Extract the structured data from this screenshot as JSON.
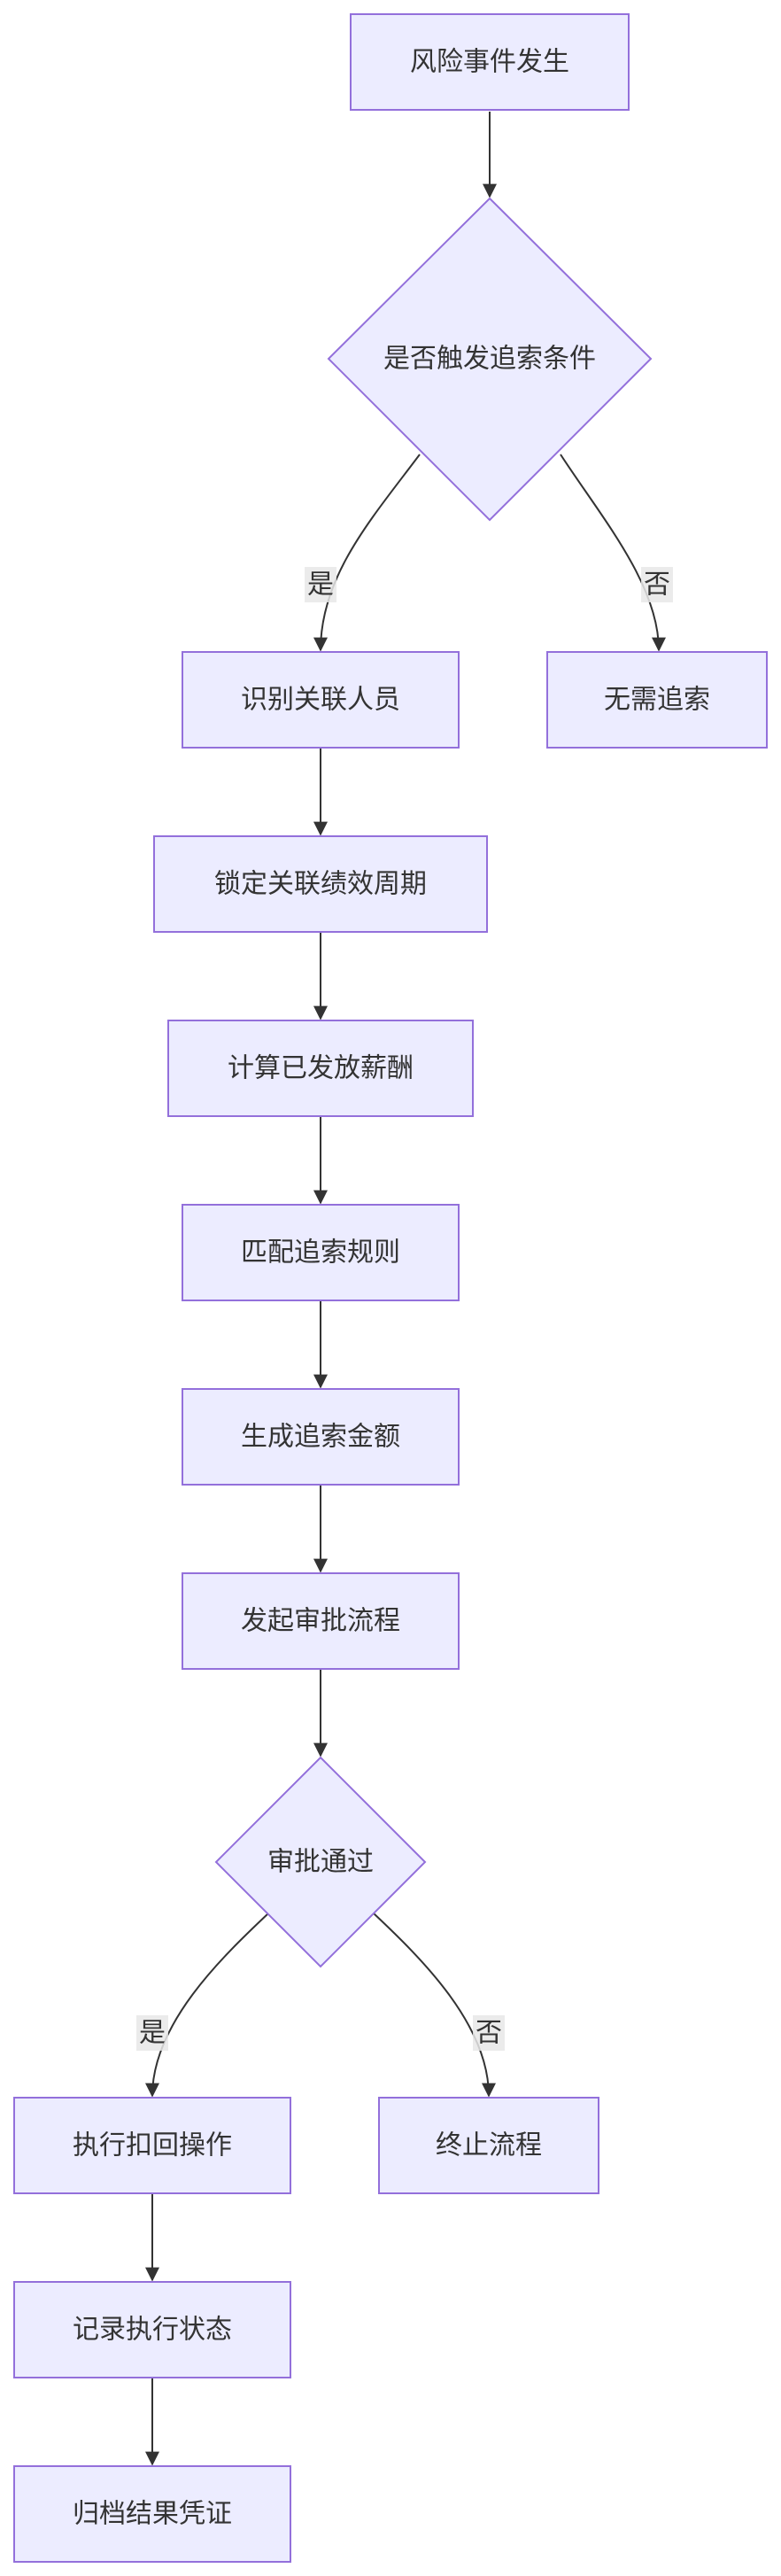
{
  "nodes": {
    "risk_event": "风险事件发生",
    "trigger_check": "是否触发追索条件",
    "identify_persons": "识别关联人员",
    "no_recovery": "无需追索",
    "lock_period": "锁定关联绩效周期",
    "calc_paid": "计算已发放薪酬",
    "match_rules": "匹配追索规则",
    "gen_amount": "生成追索金额",
    "start_approval": "发起审批流程",
    "approval_pass": "审批通过",
    "execute_clawback": "执行扣回操作",
    "terminate": "终止流程",
    "record_status": "记录执行状态",
    "archive": "归档结果凭证"
  },
  "edge_labels": {
    "trigger_yes": "是",
    "trigger_no": "否",
    "approval_yes": "是",
    "approval_no": "否"
  },
  "colors": {
    "node_fill": "#ececff",
    "node_stroke": "#9370db",
    "edge": "#333333",
    "text": "#333333"
  }
}
